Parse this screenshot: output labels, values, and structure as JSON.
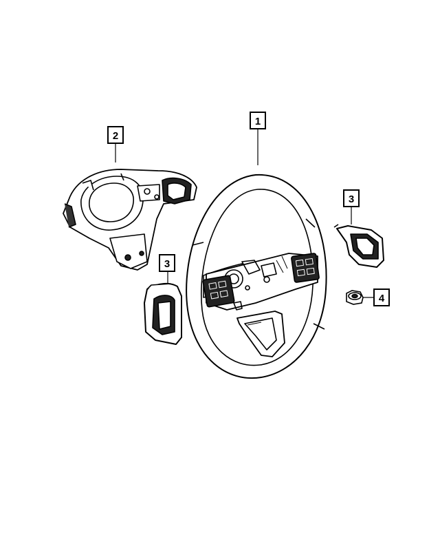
{
  "callouts": [
    {
      "id": "c1",
      "label": "1"
    },
    {
      "id": "c2",
      "label": "2"
    },
    {
      "id": "c3a",
      "label": "3"
    },
    {
      "id": "c3b",
      "label": "3"
    },
    {
      "id": "c4",
      "label": "4"
    }
  ],
  "colors": {
    "line": "#000000",
    "background": "#ffffff",
    "shade": "#1a1a1a"
  }
}
